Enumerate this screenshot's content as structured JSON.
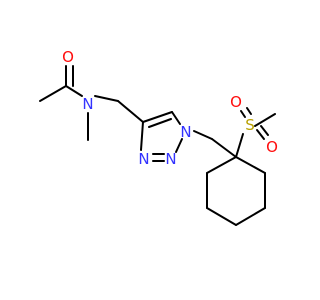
{
  "molecule": {
    "colors": {
      "bond": "#000000",
      "N": "#3333ff",
      "O": "#ff0d0d",
      "S": "#b8a000",
      "background": "#ffffff"
    },
    "atoms": {
      "o_carbonyl": {
        "element": "O",
        "label": "O"
      },
      "n_amide": {
        "element": "N",
        "label": "N"
      },
      "n1_triazole": {
        "element": "N",
        "label": "N"
      },
      "n2_triazole": {
        "element": "N",
        "label": "N"
      },
      "n3_triazole": {
        "element": "N",
        "label": "N"
      },
      "s_sulfonyl": {
        "element": "S",
        "label": "S"
      },
      "o_sulfonyl_a": {
        "element": "O",
        "label": "O"
      },
      "o_sulfonyl_b": {
        "element": "O",
        "label": "O"
      }
    }
  }
}
